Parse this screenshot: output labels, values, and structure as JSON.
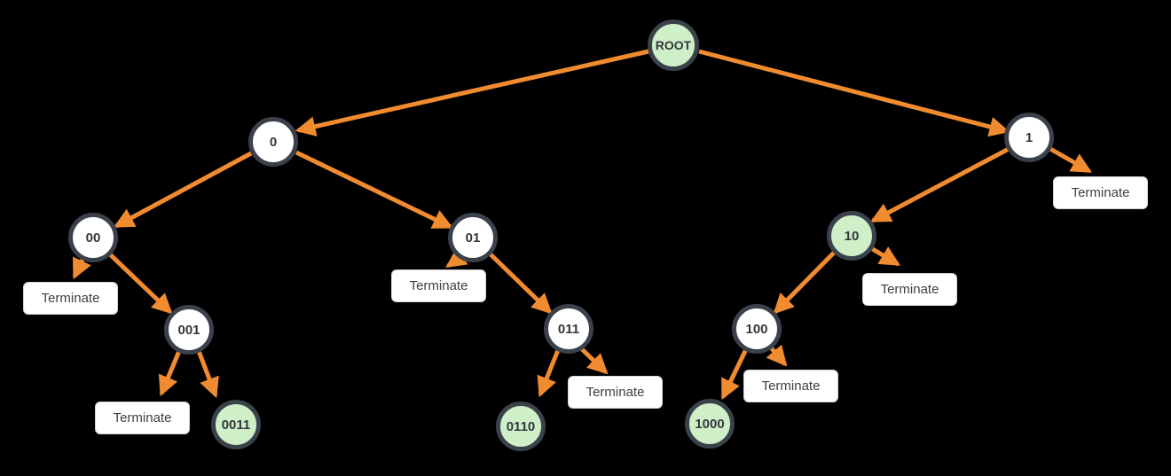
{
  "background": "#000000",
  "colors": {
    "edge_orange": "#F08B30",
    "node_border": "#3A414B",
    "node_fill_white": "#FFFFFF",
    "node_fill_green": "#CFEFC8",
    "node_text": "#33373D",
    "terminate_bg": "#FFFFFF",
    "terminate_border": "#D5D5D5",
    "terminate_text": "#3F3F3F"
  },
  "labels": {
    "terminate": "Terminate"
  },
  "nodes": {
    "root": {
      "label": "ROOT",
      "fill": "green"
    },
    "n0": {
      "label": "0",
      "fill": "white"
    },
    "n1": {
      "label": "1",
      "fill": "white"
    },
    "n00": {
      "label": "00",
      "fill": "white"
    },
    "n01": {
      "label": "01",
      "fill": "white"
    },
    "n10": {
      "label": "10",
      "fill": "green"
    },
    "n001": {
      "label": "001",
      "fill": "white"
    },
    "n011": {
      "label": "011",
      "fill": "white"
    },
    "n100": {
      "label": "100",
      "fill": "white"
    },
    "n0011": {
      "label": "0011",
      "fill": "green"
    },
    "n0110": {
      "label": "0110",
      "fill": "green"
    },
    "n1000": {
      "label": "1000",
      "fill": "green"
    }
  },
  "edges": [
    {
      "from": "ROOT",
      "to": "0"
    },
    {
      "from": "ROOT",
      "to": "1"
    },
    {
      "from": "0",
      "to": "00"
    },
    {
      "from": "0",
      "to": "01"
    },
    {
      "from": "00",
      "to": "Terminate"
    },
    {
      "from": "00",
      "to": "001"
    },
    {
      "from": "001",
      "to": "Terminate"
    },
    {
      "from": "001",
      "to": "0011"
    },
    {
      "from": "01",
      "to": "Terminate"
    },
    {
      "from": "01",
      "to": "011"
    },
    {
      "from": "011",
      "to": "0110"
    },
    {
      "from": "011",
      "to": "Terminate"
    },
    {
      "from": "1",
      "to": "Terminate"
    },
    {
      "from": "1",
      "to": "10"
    },
    {
      "from": "10",
      "to": "100"
    },
    {
      "from": "10",
      "to": "Terminate"
    },
    {
      "from": "100",
      "to": "1000"
    },
    {
      "from": "100",
      "to": "Terminate"
    }
  ]
}
